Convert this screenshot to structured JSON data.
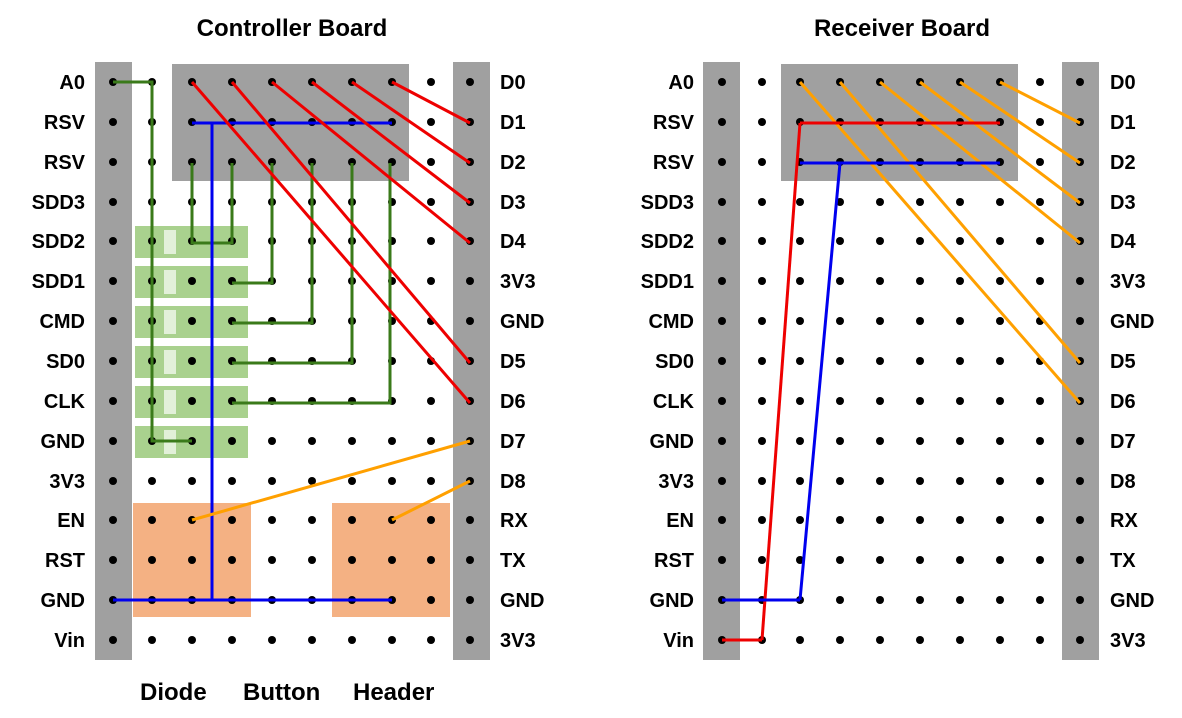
{
  "boards": [
    {
      "id": "controller",
      "title": "Controller Board",
      "left_pins": [
        "A0",
        "RSV",
        "RSV",
        "SDD3",
        "SDD2",
        "SDD1",
        "CMD",
        "SD0",
        "CLK",
        "GND",
        "3V3",
        "EN",
        "RST",
        "GND",
        "Vin"
      ],
      "right_pins": [
        "D0",
        "D1",
        "D2",
        "D3",
        "D4",
        "3V3",
        "GND",
        "D5",
        "D6",
        "D7",
        "D8",
        "RX",
        "TX",
        "GND",
        "3V3"
      ]
    },
    {
      "id": "receiver",
      "title": "Receiver Board",
      "left_pins": [
        "A0",
        "RSV",
        "RSV",
        "SDD3",
        "SDD2",
        "SDD1",
        "CMD",
        "SD0",
        "CLK",
        "GND",
        "3V3",
        "EN",
        "RST",
        "GND",
        "Vin"
      ],
      "right_pins": [
        "D0",
        "D1",
        "D2",
        "D3",
        "D4",
        "3V3",
        "GND",
        "D5",
        "D6",
        "D7",
        "D8",
        "RX",
        "TX",
        "GND",
        "3V3"
      ]
    }
  ],
  "legend": [
    {
      "label": "Diode",
      "color": "#6ab04c"
    },
    {
      "label": "Button",
      "color": "#f0a050"
    },
    {
      "label": "Header",
      "color": "#808080"
    }
  ],
  "colors": {
    "rail": "#a0a0a0",
    "header": "#a0a0a0",
    "diode_fill": "#a9d18e",
    "diode_body": "#e2f0d9",
    "button_fill": "#f4b183",
    "wire_red": "#ee0000",
    "wire_blue": "#0000ee",
    "wire_green": "#3a7a1a",
    "wire_orange": "#ffa000"
  }
}
